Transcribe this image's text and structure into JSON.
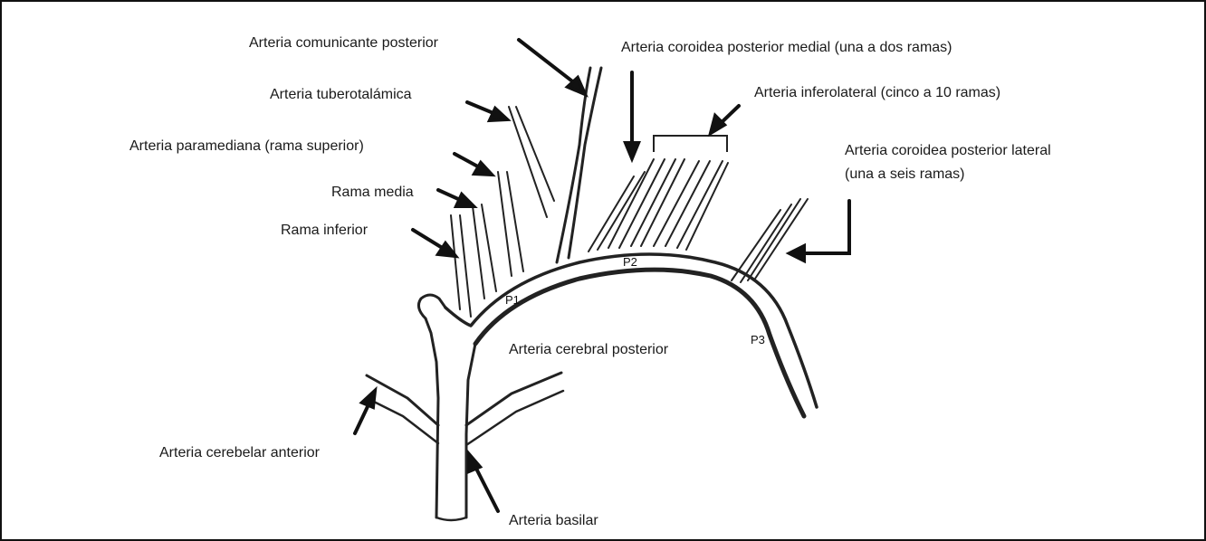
{
  "labels": {
    "comunicante": "Arteria comunicante posterior",
    "tuberotalamica": "Arteria tuberotalámica",
    "paramediana": "Arteria paramediana (rama superior)",
    "rama_media": "Rama media",
    "rama_inferior": "Rama inferior",
    "coroidea_medial": "Arteria coroidea posterior medial (una a dos ramas)",
    "inferolateral": "Arteria inferolateral (cinco a 10 ramas)",
    "coroidea_lateral_1": "Arteria coroidea posterior lateral",
    "coroidea_lateral_2": "(una a seis ramas)",
    "cerebral_posterior": "Arteria cerebral posterior",
    "cerebelar_anterior": "Arteria cerebelar anterior",
    "basilar": "Arteria basilar"
  },
  "segments": {
    "p1": "P1",
    "p2": "P2",
    "p3": "P3"
  }
}
